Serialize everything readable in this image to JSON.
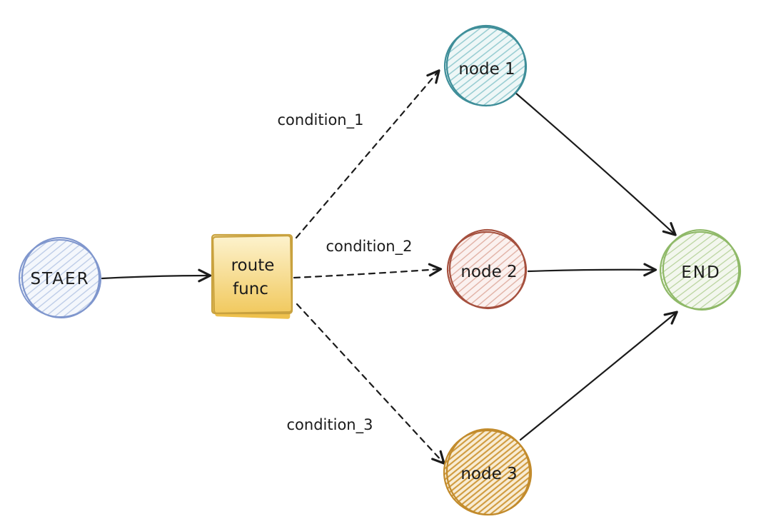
{
  "diagram": {
    "background": "#ffffff",
    "ink_color": "#1b1b1b",
    "nodes": {
      "start": {
        "label": "STAER",
        "shape": "circle",
        "stroke": "#7f96cd",
        "fill_tint": "#f4f7fc",
        "hatch": "#b9c9e6"
      },
      "router": {
        "label_line1": "route",
        "label_line2": "func",
        "shape": "rectangle",
        "stroke": "#c9a23f",
        "fill_top": "#fdf3cf",
        "fill_bottom": "#f1c95e",
        "shadow_fill": "#eec14d"
      },
      "node1": {
        "label": "node 1",
        "shape": "circle",
        "stroke": "#3f8e99",
        "fill_tint": "#eef7f7",
        "hatch": "#8ec8ce"
      },
      "node2": {
        "label": "node 2",
        "shape": "circle",
        "stroke": "#a5503e",
        "fill_tint": "#fbf1ef",
        "hatch": "#dfac9f"
      },
      "node3": {
        "label": "node 3",
        "shape": "circle",
        "stroke": "#c28b2c",
        "fill_tint": "#f8ecd4",
        "hatch": "#d09b3f"
      },
      "end": {
        "label": "END",
        "shape": "circle",
        "stroke": "#8fb968",
        "fill_tint": "#f3f7ee",
        "hatch": "#b6d29a"
      }
    },
    "edges": [
      {
        "from": "start",
        "to": "router",
        "style": "solid",
        "label": ""
      },
      {
        "from": "router",
        "to": "node1",
        "style": "dashed",
        "label": "condition_1"
      },
      {
        "from": "router",
        "to": "node2",
        "style": "dashed",
        "label": "condition_2"
      },
      {
        "from": "router",
        "to": "node3",
        "style": "dashed",
        "label": "condition_3"
      },
      {
        "from": "node1",
        "to": "end",
        "style": "solid",
        "label": ""
      },
      {
        "from": "node2",
        "to": "end",
        "style": "solid",
        "label": ""
      },
      {
        "from": "node3",
        "to": "end",
        "style": "solid",
        "label": ""
      }
    ]
  }
}
